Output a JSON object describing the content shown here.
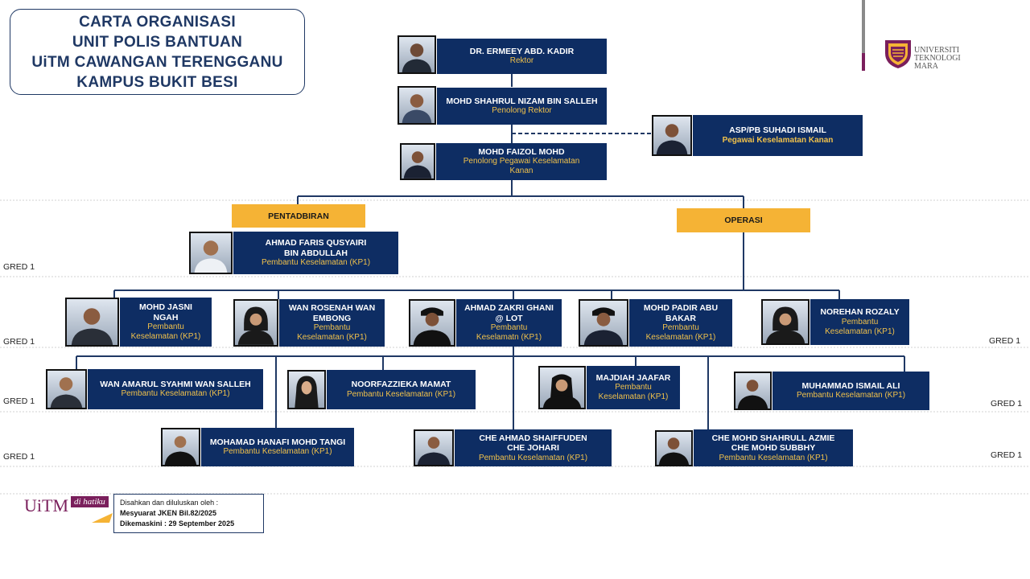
{
  "title": {
    "line1": "CARTA ORGANISASI",
    "line2": "UNIT POLIS BANTUAN",
    "line3": "UiTM CAWANGAN TERENGGANU",
    "line4": "KAMPUS BUKIT BESI"
  },
  "logo": {
    "line1": "UNIVERSITI",
    "line2": "TEKNOLOGI",
    "line3": "MARA",
    "accent_color": "#7a1f5c"
  },
  "colors": {
    "card_bg": "#0e2d63",
    "role_text": "#f0c14b",
    "dept_bg": "#f5b335",
    "line": "#1f3864"
  },
  "rektor": {
    "name": "DR. ERMEEY ABD. KADIR",
    "role": "Rektor"
  },
  "penolong_rektor": {
    "name": "MOHD SHAHRUL NIZAM BIN SALLEH",
    "role": "Penolong Rektor"
  },
  "pegawai_kanan": {
    "name": "ASP/PB SUHADI ISMAIL",
    "role": "Pegawai Keselamatan Kanan"
  },
  "penolong_pegawai": {
    "name": "MOHD FAIZOL MOHD",
    "role_line1": "Penolong Pegawai Keselamatan",
    "role_line2": "Kanan"
  },
  "departments": {
    "pentadbiran": "PENTADBIRAN",
    "operasi": "OPERASI"
  },
  "pentadbiran_staff": {
    "name_line1": "AHMAD FARIS QUSYAIRI",
    "name_line2": "BIN ABDULLAH",
    "role": "Pembantu Keselamatan (KP1)"
  },
  "row1": [
    {
      "name_line1": "MOHD JASNI",
      "name_line2": "NGAH",
      "role_line1": "Pembantu",
      "role_line2": "Keselamatan (KP1)"
    },
    {
      "name_line1": "WAN ROSENAH  WAN",
      "name_line2": "EMBONG",
      "role_line1": "Pembantu",
      "role_line2": "Keselamatan (KP1)"
    },
    {
      "name_line1": "AHMAD ZAKRI GHANI",
      "name_line2": "@ LOT",
      "role_line1": "Pembantu",
      "role_line2": "Keselamatn (KP1)"
    },
    {
      "name_line1": "MOHD PADIR ABU",
      "name_line2": "BAKAR",
      "role_line1": "Pembantu",
      "role_line2": "Keselamatan (KP1)"
    },
    {
      "name_line1": "NOREHAN  ROZALY",
      "name_line2": "",
      "role_line1": "Pembantu",
      "role_line2": "Keselamatan (KP1)"
    }
  ],
  "row2": [
    {
      "name": "WAN AMARUL SYAHMI WAN SALLEH",
      "role": "Pembantu  Keselamatan (KP1)"
    },
    {
      "name": "NOORFAZZIEKA  MAMAT",
      "role": "Pembantu  Keselamatan (KP1)"
    },
    {
      "name": "MAJDIAH JAAFAR",
      "role_line1": "Pembantu",
      "role_line2": "Keselamatan (KP1)"
    },
    {
      "name": "MUHAMMAD ISMAIL ALI",
      "role": "Pembantu  Keselamatan (KP1)"
    }
  ],
  "row3": [
    {
      "name_line1": "MOHAMAD HANAFI MOHD TANGI",
      "name_line2": "",
      "role": "Pembantu  Keselamatan (KP1)"
    },
    {
      "name_line1": "CHE AHMAD SHAIFFUDEN",
      "name_line2": "CHE JOHARI",
      "role": "Pembantu  Keselamatan (KP1)"
    },
    {
      "name_line1": "CHE MOHD SHAHRULL AZMIE",
      "name_line2": "CHE MOHD SUBBHY",
      "role": "Pembantu  Keselamatan (KP1)"
    }
  ],
  "gred": {
    "label": "GRED 1"
  },
  "footer": {
    "badge_main": "UiTM",
    "badge_sub": "di hatiku",
    "line1": "Disahkan dan diluluskan oleh :",
    "line2": "Mesyuarat JKEN Bil.82/2025",
    "line3": "Dikemaskini : 29 September 2025"
  }
}
